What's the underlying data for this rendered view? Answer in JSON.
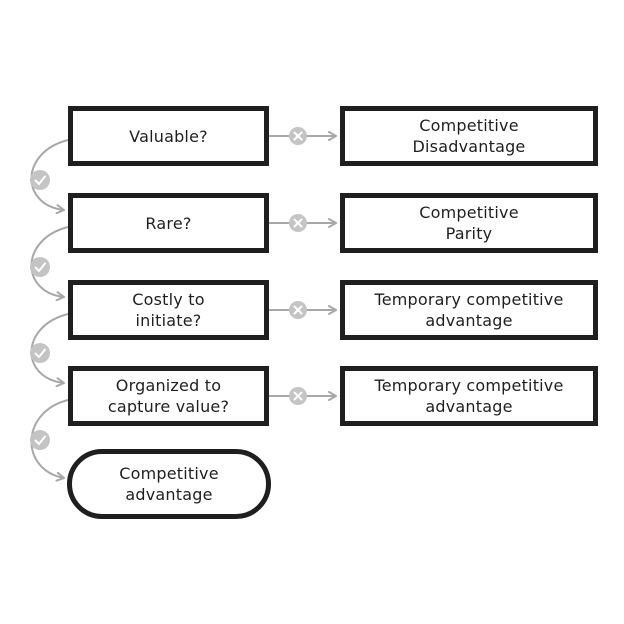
{
  "questions": [
    {
      "label": "Valuable?"
    },
    {
      "label": "Rare?"
    },
    {
      "label": "Costly to initiate?"
    },
    {
      "label": "Organized to capture value?"
    }
  ],
  "outcomes": [
    {
      "label": "Competitive Disadvantage"
    },
    {
      "label": "Competitive Parity"
    },
    {
      "label": "Temporary competitive advantage"
    },
    {
      "label": "Temporary competitive advantage"
    }
  ],
  "final": {
    "label": "Competitive advantage"
  },
  "colors": {
    "box_border": "#1f1f1f",
    "connector": "#a8a8a8",
    "marker": "#c4c4c4",
    "text": "#1f1f1f"
  },
  "icons": {
    "no_marker": "x-circle-icon",
    "yes_marker": "check-circle-icon"
  }
}
